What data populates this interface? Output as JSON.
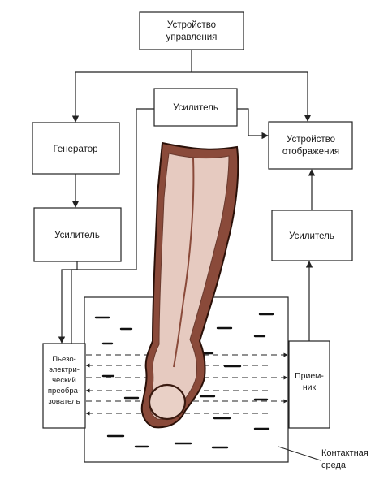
{
  "blocks": {
    "control_device": [
      "Устройство",
      "управления"
    ],
    "generator": "Генератор",
    "amplifier_top": "Усилитель",
    "amplifier_left": "Усилитель",
    "display_device": [
      "Устройство",
      "отображения"
    ],
    "amplifier_right": "Усилитель",
    "transducer": [
      "Пьезо-",
      "электри-",
      "ческий",
      "преобра-",
      "зователь"
    ],
    "receiver": [
      "Прием-",
      "ник"
    ]
  },
  "annotation": {
    "contact_medium": [
      "Контактная",
      "среда"
    ]
  }
}
